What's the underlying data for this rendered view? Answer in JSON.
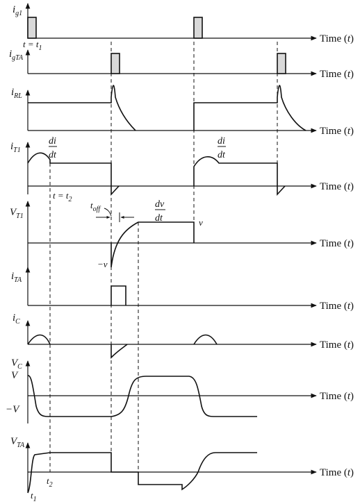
{
  "axis_label": "Time (t)",
  "signals": [
    {
      "id": "ig1",
      "base": "i",
      "sub": "g1"
    },
    {
      "id": "igTA",
      "base": "i",
      "sub": "gTA"
    },
    {
      "id": "iRL",
      "base": "i",
      "sub": "RL"
    },
    {
      "id": "iT1",
      "base": "i",
      "sub": "T1"
    },
    {
      "id": "VT1",
      "base": "V",
      "sub": "T1"
    },
    {
      "id": "iTA",
      "base": "i",
      "sub": "TA"
    },
    {
      "id": "iC",
      "base": "i",
      "sub": "C"
    },
    {
      "id": "VC",
      "base": "V",
      "sub": "C"
    },
    {
      "id": "VTA",
      "base": "V",
      "sub": "TA"
    }
  ],
  "annotations": {
    "t_eq_t1": "t = t",
    "t1_sub": "1",
    "t_eq_t2": "t = t",
    "t2_sub": "2",
    "di": "di",
    "dt": "dt",
    "dv": "dv",
    "toff_t": "t",
    "toff_sub": "off",
    "v_label": "v",
    "neg_v": "−v",
    "V_label": "V",
    "neg_V": "−V",
    "t1_bottom_t": "t",
    "t1_bottom_sub": "1",
    "t2_bottom_t": "t",
    "t2_bottom_sub": "2"
  }
}
